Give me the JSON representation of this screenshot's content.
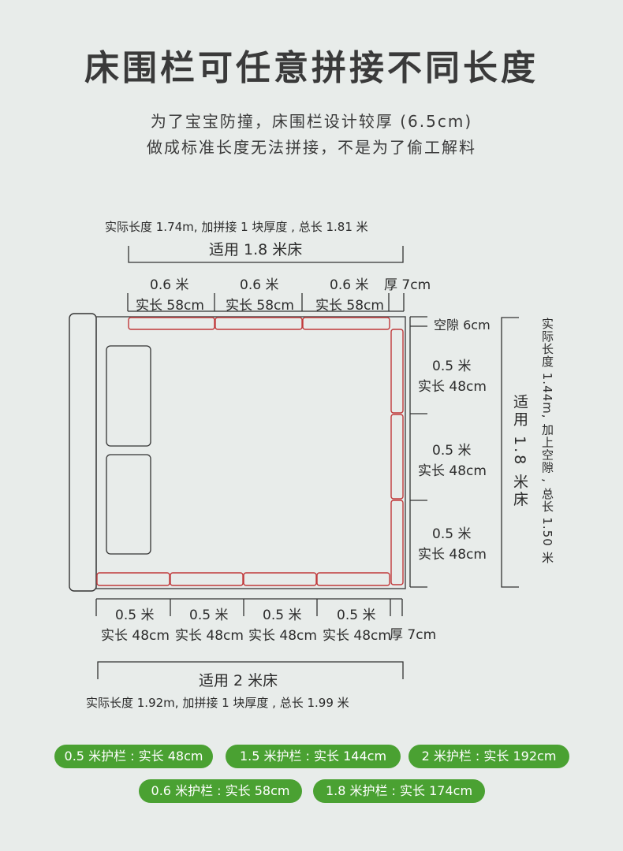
{
  "title": "床围栏可任意拼接不同长度",
  "subtitle": {
    "line1": "为了宝宝防撞，床围栏设计较厚 (6.5cm)",
    "line2": "做成标准长度无法拼接，不是为了偷工解料"
  },
  "top": {
    "note": "实际长度 1.74m, 加拼接 1 块厚度 , 总长 1.81 米",
    "fit": "适用 1.8 米床",
    "segments": [
      {
        "size": "0.6 米",
        "actual": "实长 58cm"
      },
      {
        "size": "0.6 米",
        "actual": "实长 58cm"
      },
      {
        "size": "0.6 米",
        "actual": "实长 58cm"
      }
    ],
    "thickness": "厚 7cm"
  },
  "right": {
    "gap": "空隙 6cm",
    "segments": [
      {
        "size": "0.5 米",
        "actual": "实长 48cm"
      },
      {
        "size": "0.5 米",
        "actual": "实长 48cm"
      },
      {
        "size": "0.5 米",
        "actual": "实长 48cm"
      }
    ],
    "fit": "适用 1.8 米床",
    "note": "实际长度 1.44m, 加上空隙 , 总长 1.50 米"
  },
  "bottom": {
    "segments": [
      {
        "size": "0.5 米",
        "actual": "实长 48cm"
      },
      {
        "size": "0.5 米",
        "actual": "实长 48cm"
      },
      {
        "size": "0.5 米",
        "actual": "实长 48cm"
      },
      {
        "size": "0.5 米",
        "actual": "实长 48cm"
      }
    ],
    "thickness": "厚 7cm",
    "fit": "适用 2 米床",
    "note": "实际长度 1.92m, 加拼接 1 块厚度 , 总长 1.99 米"
  },
  "pills": [
    "0.5 米护栏 : 实长 48cm",
    "1.5 米护栏 : 实长 144cm",
    "2 米护栏 : 实长 192cm",
    "0.6 米护栏 : 实长 58cm",
    "1.8 米护栏 : 实长 174cm"
  ],
  "colors": {
    "background": "#e8ecea",
    "rail": "#c0393b",
    "pill": "#4aa132",
    "line": "#333333"
  }
}
